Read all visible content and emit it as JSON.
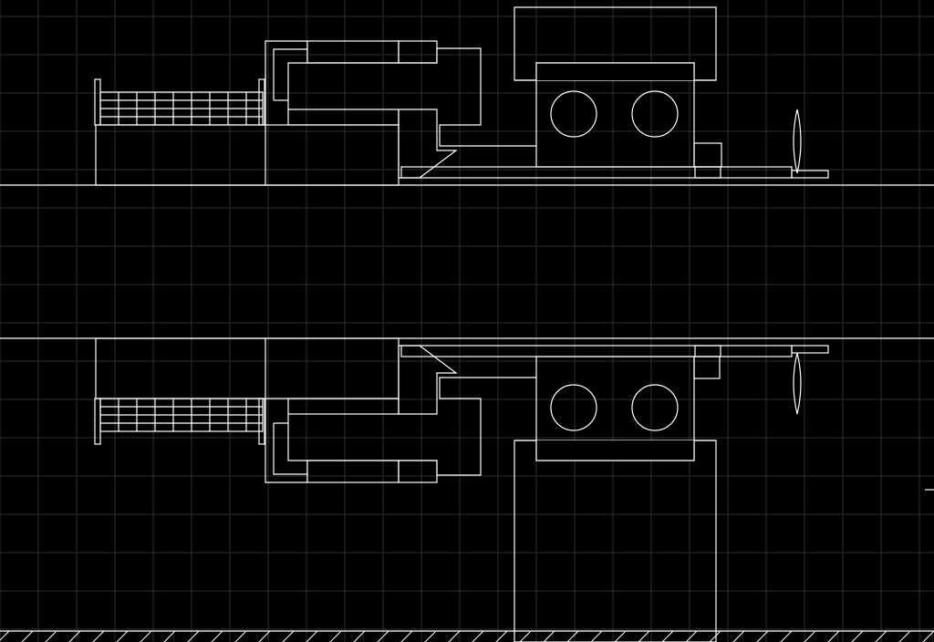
{
  "viewport": {
    "background": "#000000",
    "line_color": "#ffffff",
    "grid_color": "#2a2f36"
  },
  "drawing": {
    "type": "mechanical cross-section",
    "assemblies": [
      {
        "name": "upper-assembly",
        "components": [
          "coil-bobbin",
          "cross-hatched-core",
          "sleeve",
          "housing-block",
          "diagonal-hatched-block",
          "flange-plate",
          "pointer-tip"
        ],
        "circles": 2
      },
      {
        "name": "lower-assembly",
        "components": [
          "coil-bobbin",
          "cross-hatched-core",
          "sleeve",
          "housing-block",
          "diagonal-hatched-block",
          "flange-plate",
          "pointer-tip"
        ],
        "circles": 2
      }
    ],
    "ground_hatch": true
  }
}
